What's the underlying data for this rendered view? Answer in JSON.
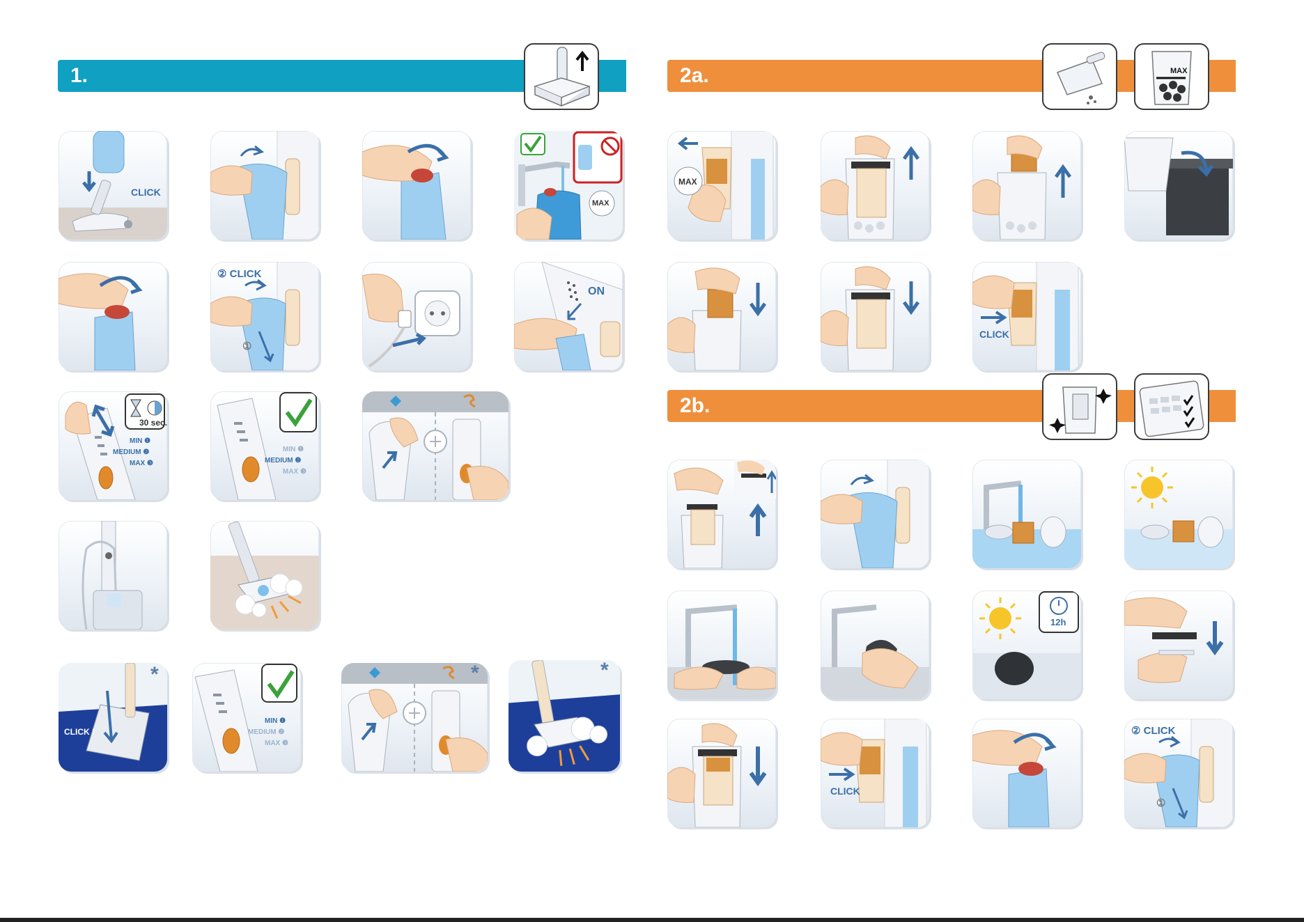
{
  "sections": {
    "s1": {
      "label": "1."
    },
    "s2a": {
      "label": "2a."
    },
    "s2b": {
      "label": "2b."
    }
  },
  "labels": {
    "click": "CLICK",
    "max": "MAX",
    "two_click": "② CLICK",
    "one": "①",
    "on": "ON",
    "timer": "30 sec.",
    "min": "MIN ❶",
    "medium": "MEDIUM ❷",
    "maxlvl": "MAX ❸",
    "click_excl": "CLICK !",
    "hours": "12h",
    "asterisk": "*",
    "no_symbol": "NO",
    "check": "✓"
  },
  "colors": {
    "blue_band": "#0fa0c2",
    "orange_band": "#ef8f3c",
    "arrow_blue": "#3b6fa8",
    "water_blue": "#8ec9ef",
    "filter_orange": "#d8913f",
    "check_green": "#3aa23a",
    "warn_red": "#cc2222"
  },
  "icons": [
    "upright-vacuum-icon",
    "vacuum-handheld-icon",
    "max-fill-icon",
    "magic-sparkle-icon",
    "calendar-icon",
    "hourglass-icon",
    "clock-icon",
    "sun-icon",
    "check-icon",
    "asterisk-icon"
  ]
}
